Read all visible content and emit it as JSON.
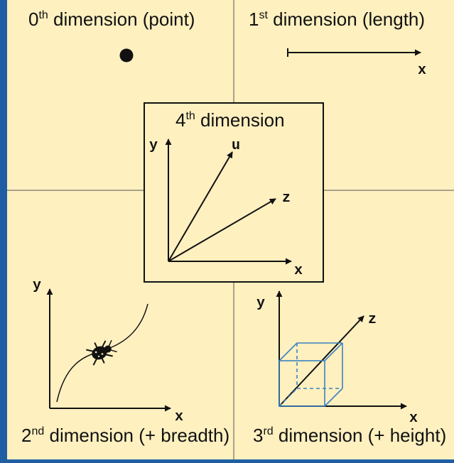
{
  "colors": {
    "panel": "#fff0c0",
    "border_strip": "#1f5ea3",
    "line": "#111111",
    "cube": "#3a82c0"
  },
  "quadrants": {
    "top_left": {
      "number": "0",
      "sup": "th",
      "text": " dimension (point)"
    },
    "top_right": {
      "number": "1",
      "sup": "st",
      "text": " dimension (length)",
      "axis_x": "x"
    },
    "center": {
      "number": "4",
      "sup": "th",
      "text": " dimension",
      "axis_y": "y",
      "axis_u": "u",
      "axis_z": "z",
      "axis_x": "x"
    },
    "bottom_left": {
      "number": "2",
      "sup": "nd",
      "text": " dimension (+ breadth)",
      "axis_y": "y",
      "axis_x": "x"
    },
    "bottom_right": {
      "number": "3",
      "sup": "rd",
      "text": " dimension (+ height)",
      "axis_y": "y",
      "axis_z": "z",
      "axis_x": "x"
    }
  },
  "icons": {
    "point": "filled-circle",
    "bug": "ladybug-icon"
  }
}
